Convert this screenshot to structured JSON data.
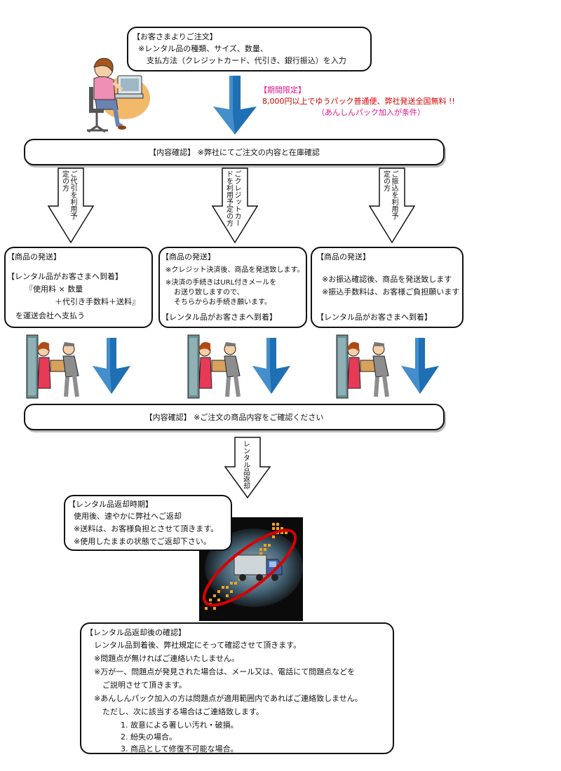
{
  "order": {
    "title": "【お客さまよりご注文】",
    "line1": "※レンタル品の種類、サイズ、数量、",
    "line2": "支払方法（クレジットカード、代引き、銀行振込）を入力"
  },
  "promo": {
    "title": "【期間限定】",
    "line1": "8,000円以上でゆうパック普通便、弊社発送全国無料 !!",
    "line2": "（あんしんパック加入が条件）"
  },
  "confirm1": {
    "text": "【内容確認】 ※弊社にてご注文の内容と在庫確認"
  },
  "branches": {
    "left": "ご代引を利用予定の方",
    "middle": "ごクレジットカードを利用予定の方",
    "right": "ご振込を利用予定の方"
  },
  "ship_left": {
    "title": "【商品の発送】",
    "arrive": "【レンタル品がお客さまへ到着】",
    "fee1": "『使用料 × 数量",
    "fee2": "＋代引き手数料＋送料』",
    "pay": "を運送会社へ支払う"
  },
  "ship_middle": {
    "title": "【商品の発送】",
    "line1": "※クレジット決済後、商品を発送致します。",
    "line2": "※決済の手続きはURL付きメールを",
    "line3": "お送り致しますので、",
    "line4": "そちらからお手続き願います。",
    "arrive": "【レンタル品がお客さまへ到着】"
  },
  "ship_right": {
    "title": "【商品の発送】",
    "line1": "※お振込確認後、商品を発送致します",
    "line2": "※振込手数料は、お客様ご負担願います",
    "arrive": "【レンタル品がお客さまへ到着】"
  },
  "confirm2": {
    "text": "【内容確認】 ※ご注文の商品内容をご確認ください"
  },
  "return_arrow": {
    "text": "レンタル品返却"
  },
  "return_time": {
    "title": "【レンタル品返却時期】",
    "line1": "使用後、速やかに弊社へご返却",
    "line2": "※送料は、お客様負担とさせて頂きます。",
    "line3": "※使用したままの状態でご返却下さい。"
  },
  "after_return": {
    "title": "【レンタル品返却後の確認】",
    "line1": "レンタル品到着後、弊社規定にそって確認させて頂きます。",
    "line2": "※問題点が無ければご連絡いたしません。",
    "line3": "※万が一、問題点が発見された場合は、メール又は、電話にて問題点などを",
    "line4": "ご説明させて頂きます。",
    "line5": "※あんしんパック加入の方は問題点が適用範囲内であればご連絡致しません。",
    "line6": "ただし、次に該当する場合はご連絡致します。",
    "item1": "1. 故意による著しい汚れ・破損。",
    "item2": "2. 紛失の場合。",
    "item3": "3. 商品として修復不可能な場合。"
  },
  "colors": {
    "arrow_blue": "#1f6fb4",
    "promo_pink": "#e0148c",
    "promo_red": "#d40000",
    "ring_red": "#d80000"
  }
}
